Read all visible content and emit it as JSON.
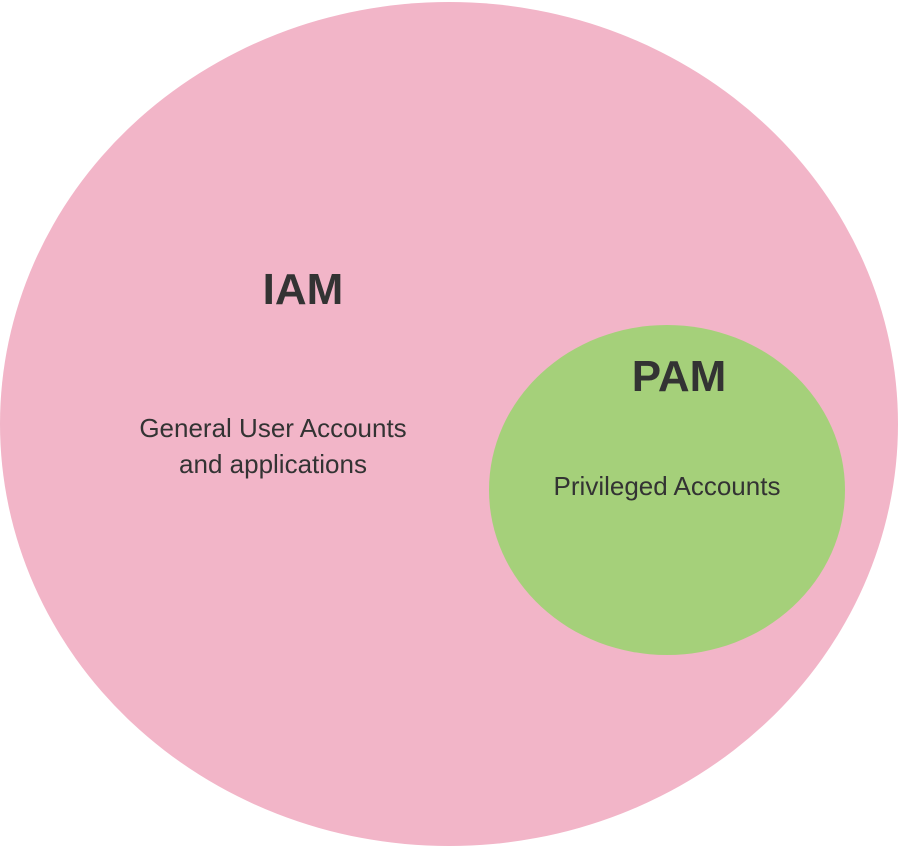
{
  "diagram": {
    "outer": {
      "title": "IAM",
      "description_lines": [
        "General User Accounts",
        "and applications"
      ],
      "color": "#f2b5c8"
    },
    "inner": {
      "title": "PAM",
      "description": "Privileged Accounts",
      "color": "#a5d07a"
    },
    "text_color": "#333333"
  }
}
